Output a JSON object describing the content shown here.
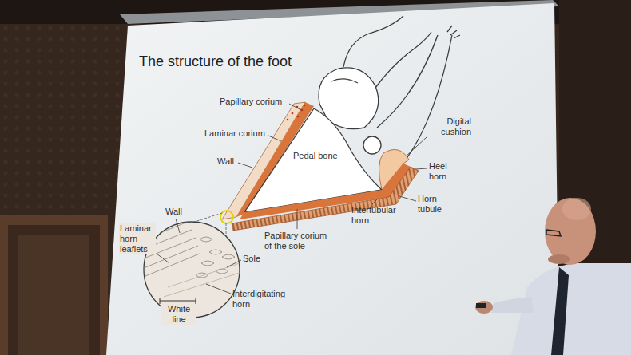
{
  "diagram": {
    "title": "The structure of the foot",
    "labels": [
      "Papillary corium",
      "Laminar corium",
      "Wall",
      "Pedal bone",
      "Digital cushion",
      "Heel horn",
      "Horn tubule",
      "Intertubular horn",
      "Papillary corium of the sole",
      "Wall",
      "Laminar horn leaflets",
      "Sole",
      "Interdigitating horn",
      "White line"
    ]
  }
}
